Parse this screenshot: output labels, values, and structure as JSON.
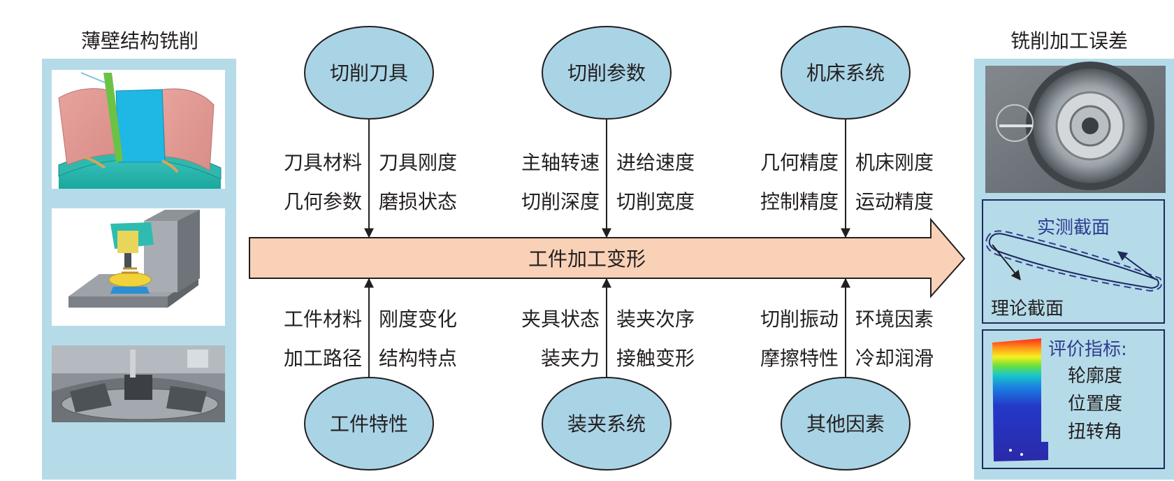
{
  "left_panel": {
    "title": "薄壁结构铣削"
  },
  "right_panel": {
    "title": "铣削加工误差",
    "section_labels": {
      "measured": "实测截面",
      "theoretical": "理论截面"
    },
    "evaluation": {
      "heading": "评价指标:",
      "items": [
        "轮廓度",
        "位置度",
        "扭转角"
      ]
    }
  },
  "spine": {
    "label": "工件加工变形"
  },
  "causes_top": [
    {
      "label": "切削刀具",
      "factors": [
        "刀具材料",
        "刀具刚度",
        "几何参数",
        "磨损状态"
      ]
    },
    {
      "label": "切削参数",
      "factors": [
        "主轴转速",
        "进给速度",
        "切削深度",
        "切削宽度"
      ]
    },
    {
      "label": "机床系统",
      "factors": [
        "几何精度",
        "机床刚度",
        "控制精度",
        "运动精度"
      ]
    }
  ],
  "causes_bottom": [
    {
      "label": "工件特性",
      "factors": [
        "工件材料",
        "刚度变化",
        "加工路径",
        "结构特点"
      ]
    },
    {
      "label": "装夹系统",
      "factors": [
        "夹具状态",
        "装夹次序",
        "装夹力",
        "接触变形"
      ]
    },
    {
      "label": "其他因素",
      "factors": [
        "切削振动",
        "环境因素",
        "摩擦特性",
        "冷却润滑"
      ]
    }
  ],
  "colors": {
    "ellipse_fill": "#a9d4e6",
    "panel_fill": "#b5dbe9",
    "arrow_fill": "#f8d1b6",
    "line": "#231f20",
    "accent_text": "#2e3d8f"
  }
}
